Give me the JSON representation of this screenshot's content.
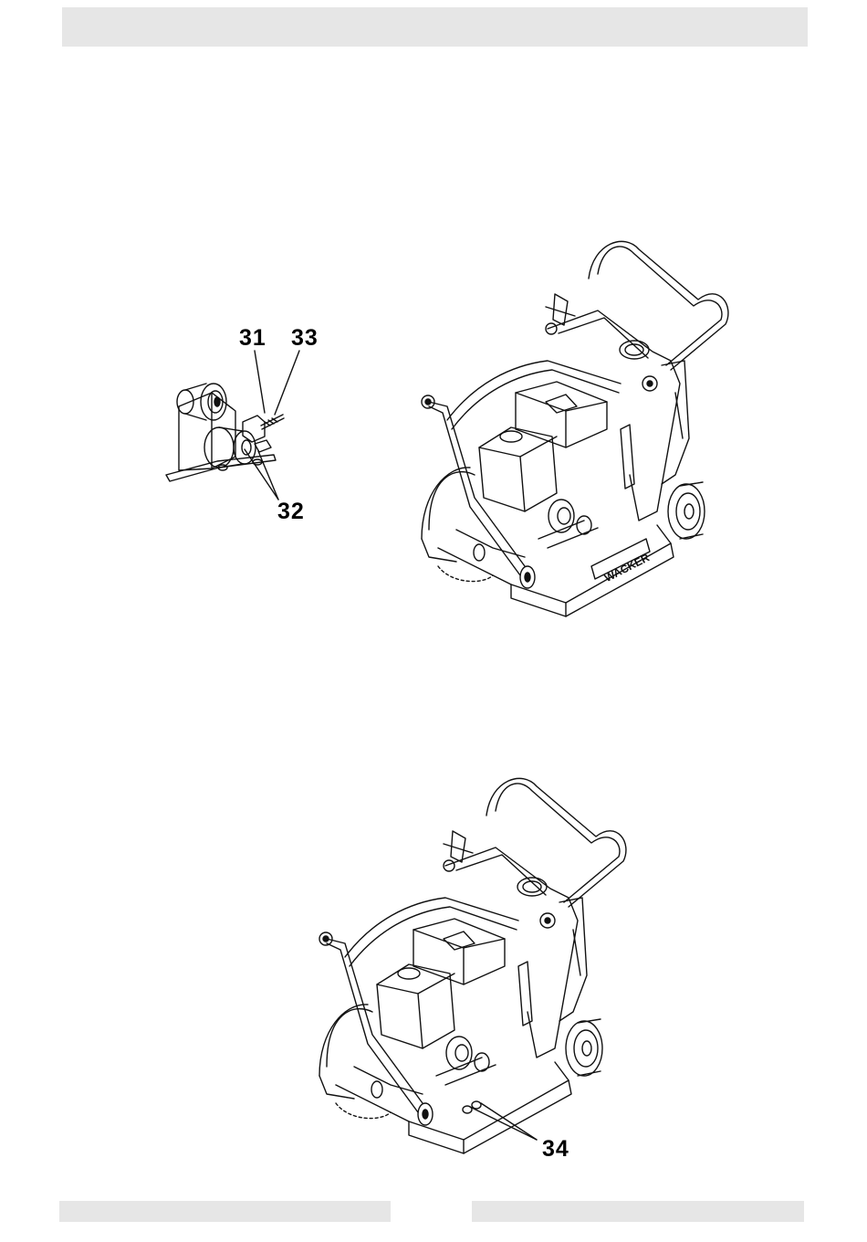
{
  "page": {
    "header_bar": "",
    "footer_left": "",
    "footer_right": ""
  },
  "figure1": {
    "callouts": [
      "31",
      "33",
      "32"
    ],
    "brand": "WACKER"
  },
  "figure2": {
    "callouts": [
      "34"
    ]
  }
}
